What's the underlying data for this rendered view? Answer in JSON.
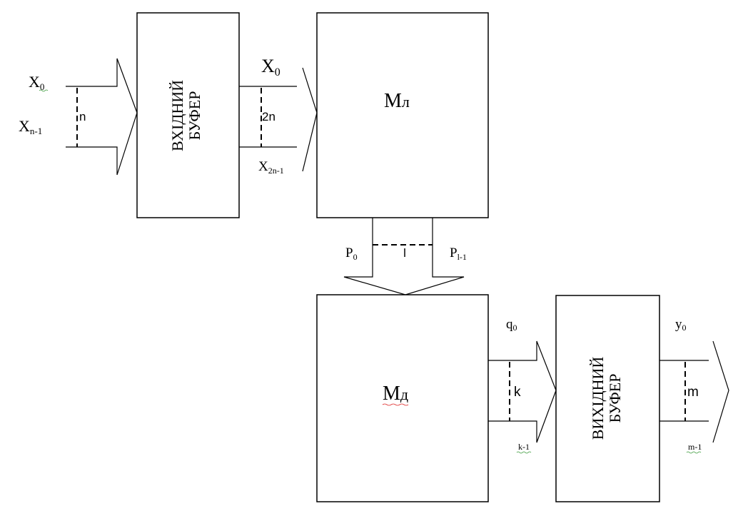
{
  "blocks": {
    "input_buffer": {
      "line1": "ВХІДНИЙ",
      "line2": "БУФЕР"
    },
    "ml": {
      "base": "М",
      "sub": "л"
    },
    "md": {
      "base": "М",
      "sub": "д"
    },
    "output_buffer": {
      "line1": "ВИХІДНИЙ",
      "line2": "БУФЕР"
    }
  },
  "input_bus": {
    "top_base": "X",
    "top_sub": "0",
    "bottom_base": "X",
    "bottom_sub": "n-1",
    "width": "n"
  },
  "mid_bus": {
    "top_base": "X",
    "top_sub": "0",
    "bottom_base": "X",
    "bottom_sub": "2n-1",
    "width": "2n"
  },
  "p_bus": {
    "left_base": "P",
    "left_sub": "0",
    "right_base": "P",
    "right_sub": "l-1",
    "width": "l"
  },
  "q_bus": {
    "top_base": "q",
    "top_sub": "0",
    "bottom_sub": "k-1",
    "width": "k"
  },
  "y_bus": {
    "top_base": "y",
    "top_sub": "0",
    "bottom_sub": "m-1",
    "width": "m"
  }
}
